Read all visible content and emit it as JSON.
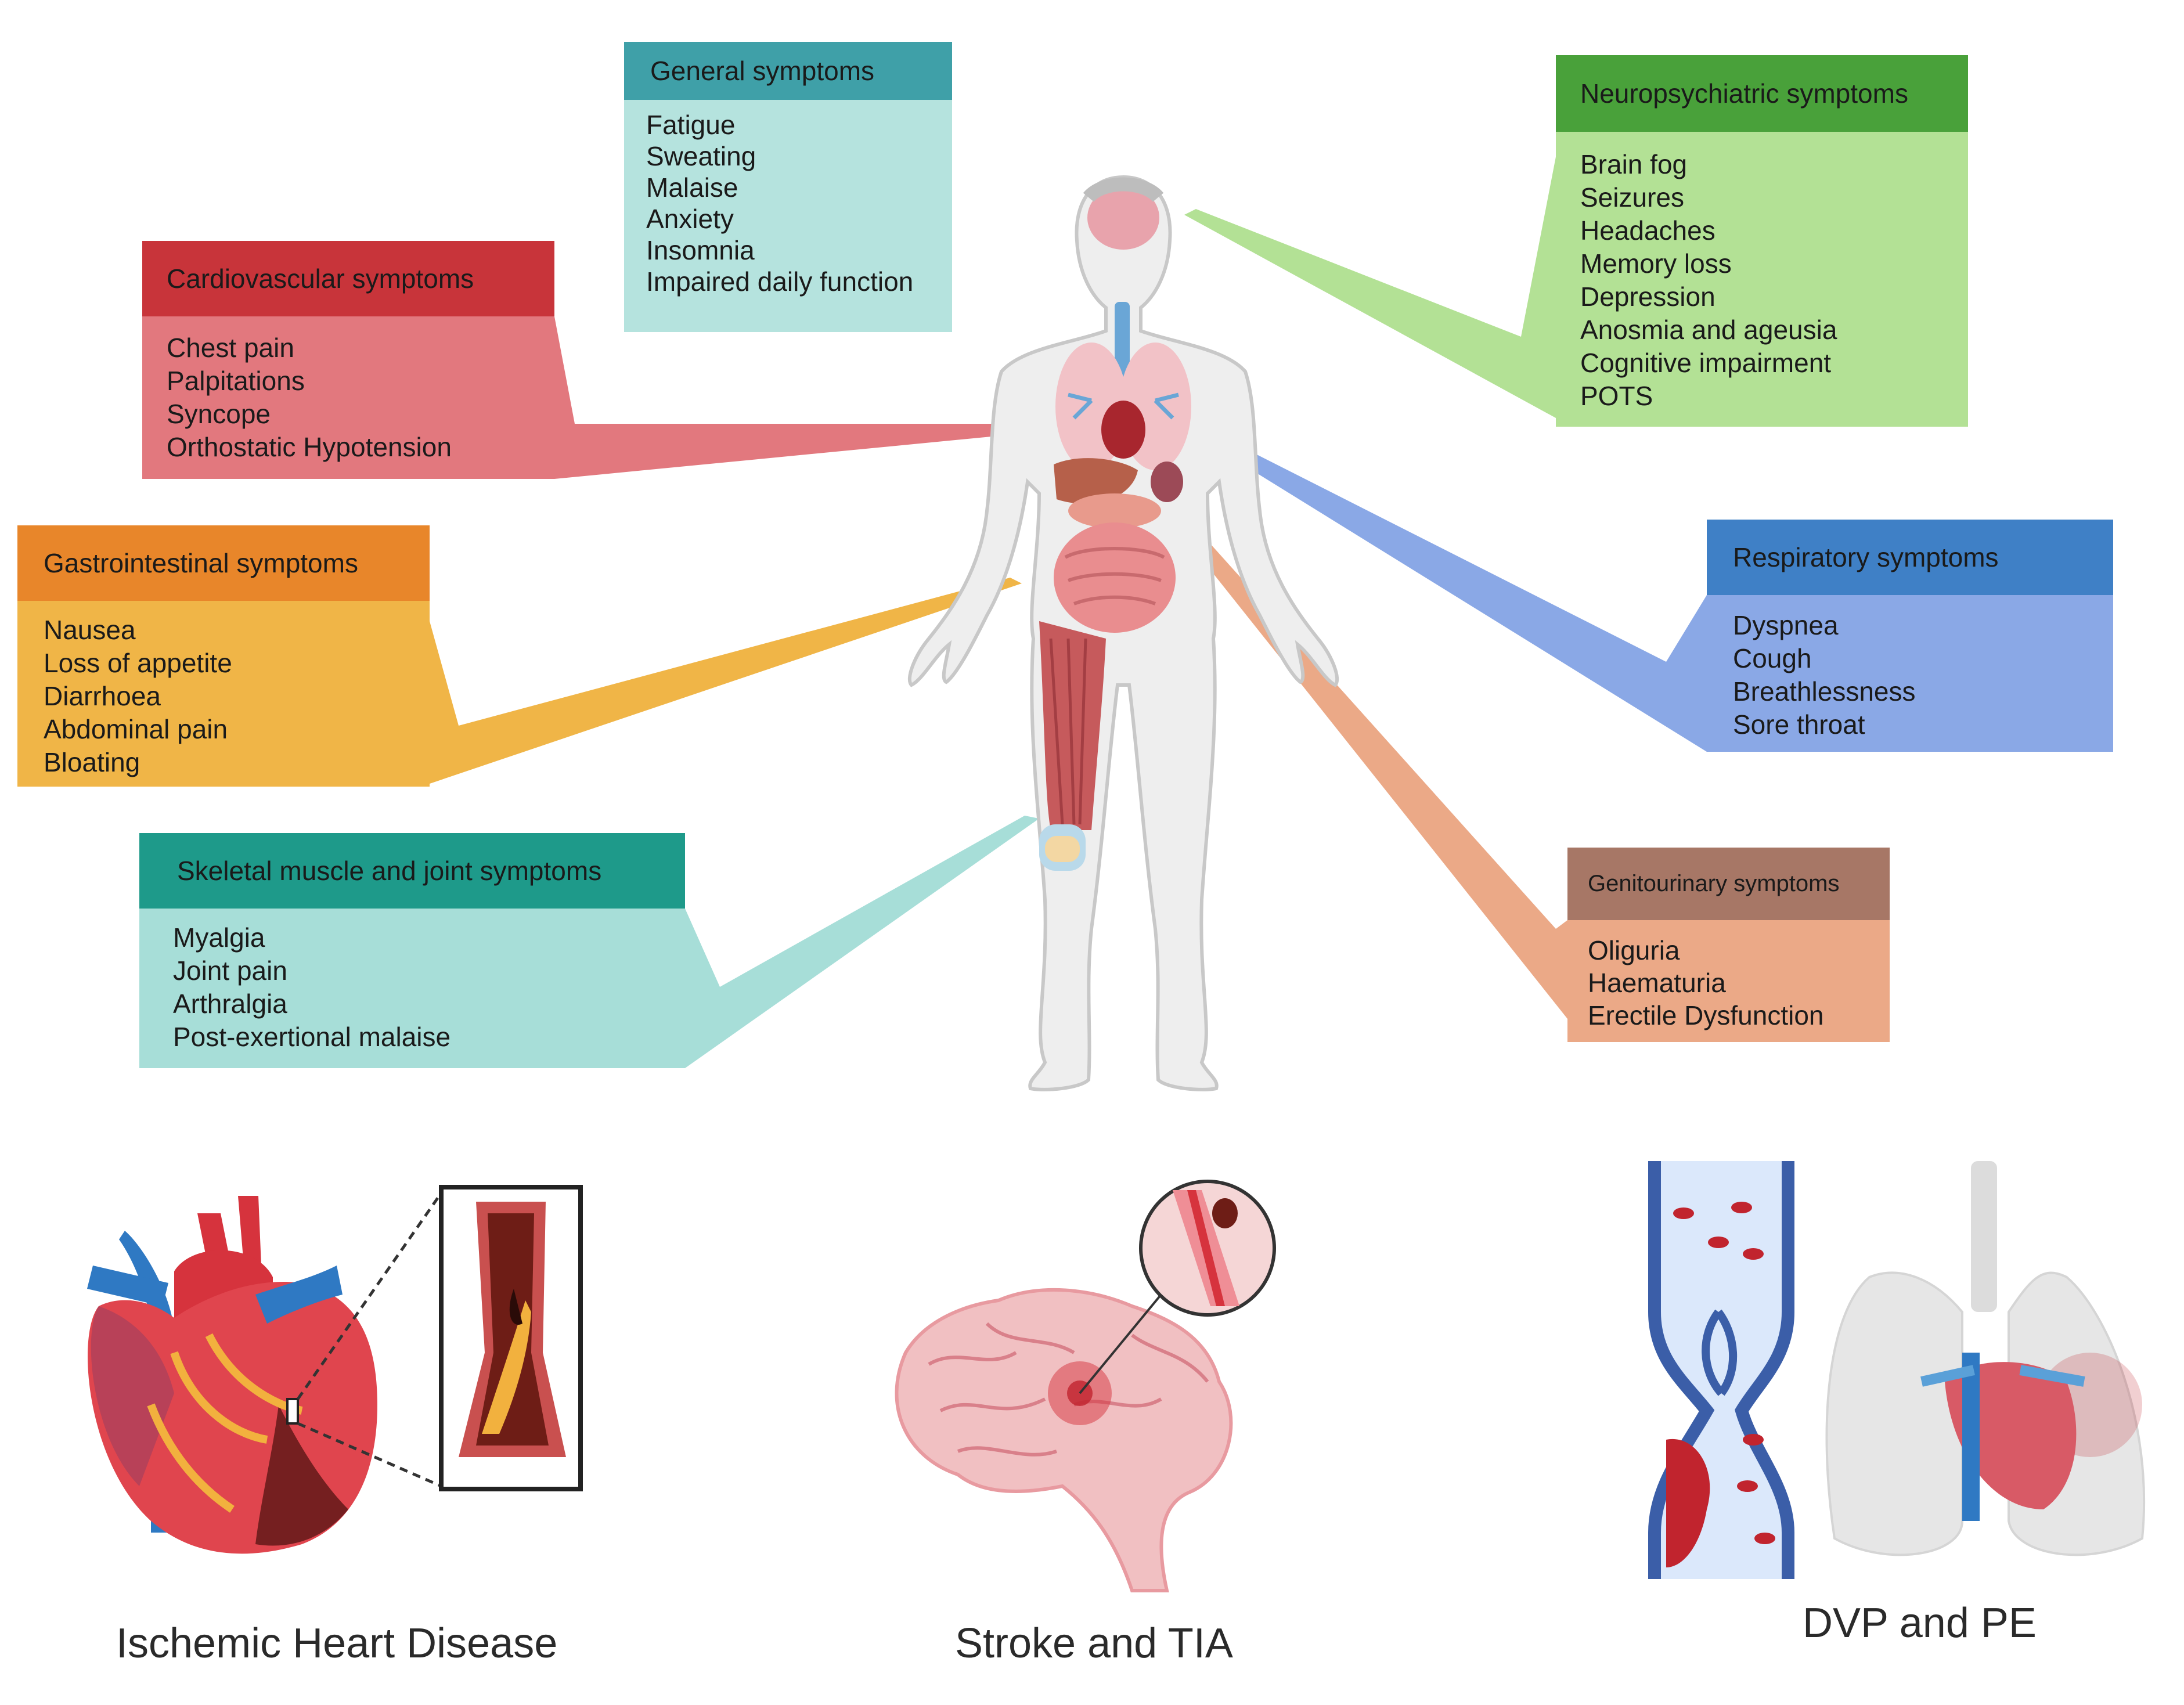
{
  "colors": {
    "general_header": "#3fa0a8",
    "general_body": "#b5e3de",
    "neuro_header": "#49a13a",
    "neuro_body": "#b3e195",
    "cardio_header": "#c8343a",
    "cardio_body": "#e2787e",
    "gi_header": "#e8862a",
    "gi_body": "#f0b547",
    "resp_header": "#3f80c6",
    "resp_body": "#8aa8e6",
    "skeletal_header": "#1e9a8a",
    "skeletal_body": "#a7ded8",
    "gu_header": "#a77766",
    "gu_body": "#eba987"
  },
  "boxes": {
    "general": {
      "title": "General symptoms",
      "items": [
        "Fatigue",
        "Sweating",
        "Malaise",
        "Anxiety",
        "Insomnia",
        "Impaired daily function"
      ]
    },
    "neuro": {
      "title": "Neuropsychiatric symptoms",
      "items": [
        "Brain fog",
        "Seizures",
        "Headaches",
        "Memory loss",
        "Depression",
        "Anosmia and ageusia",
        "Cognitive impairment",
        "POTS"
      ]
    },
    "cardio": {
      "title": "Cardiovascular symptoms",
      "items": [
        "Chest pain",
        "Palpitations",
        "Syncope",
        "Orthostatic Hypotension"
      ]
    },
    "gi": {
      "title": "Gastrointestinal symptoms",
      "items": [
        "Nausea",
        "Loss of appetite",
        "Diarrhoea",
        "Abdominal pain",
        "Bloating"
      ]
    },
    "resp": {
      "title": "Respiratory symptoms",
      "items": [
        "Dyspnea",
        "Cough",
        "Breathlessness",
        "Sore throat"
      ]
    },
    "skeletal": {
      "title": "Skeletal muscle and joint symptoms",
      "items": [
        "Myalgia",
        "Joint pain",
        "Arthralgia",
        "Post-exertional malaise"
      ]
    },
    "gu": {
      "title": "Genitourinary symptoms",
      "items": [
        "Oliguria",
        "Haematuria",
        "Erectile Dysfunction"
      ]
    }
  },
  "captions": {
    "heart": "Ischemic Heart Disease",
    "stroke": "Stroke and TIA",
    "dvt": "DVP and PE"
  }
}
